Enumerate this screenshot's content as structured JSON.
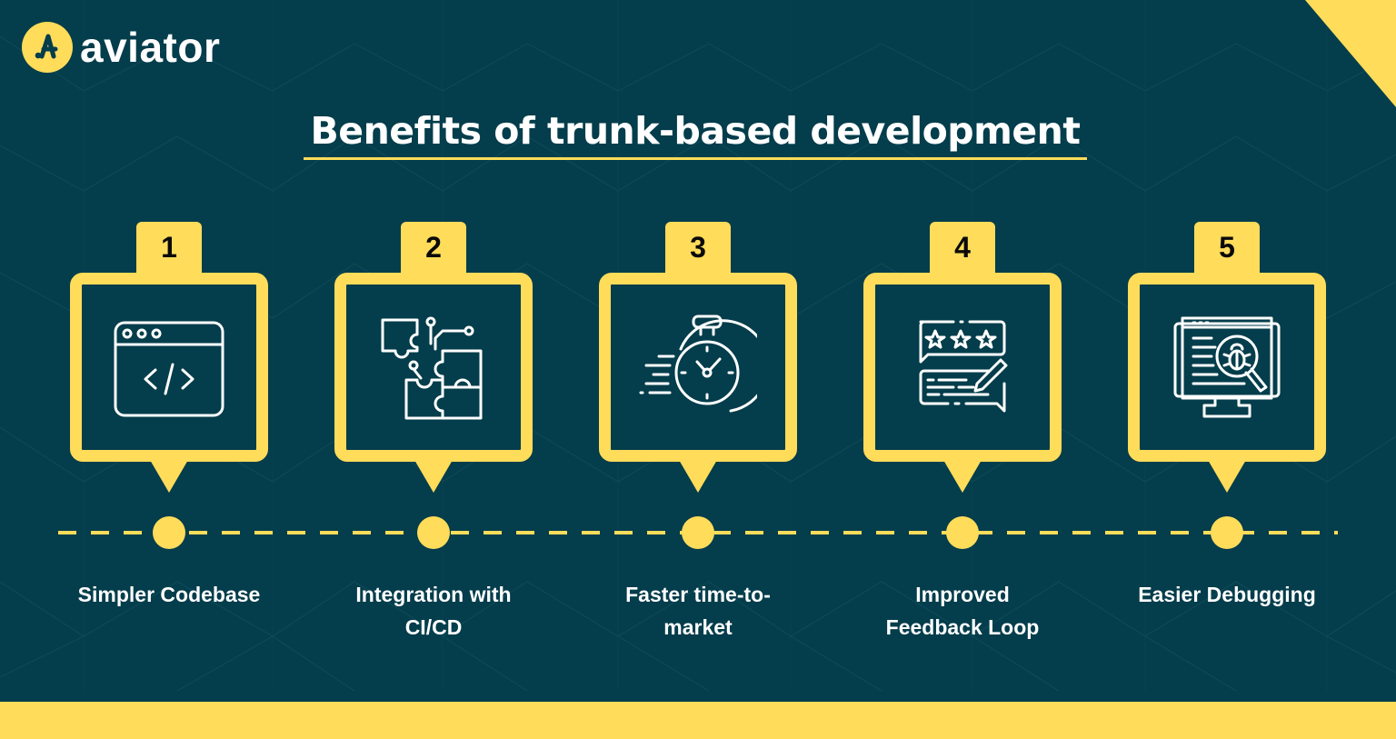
{
  "brand": {
    "name": "aviator",
    "logo_icon": "aviator-a-logo-icon",
    "colors": {
      "background": "#043d4b",
      "accent": "#ffdc5a",
      "text": "#ffffff",
      "number": "#0a0a0a"
    }
  },
  "header": {
    "title": "Benefits of trunk-based development"
  },
  "steps": [
    {
      "number": "1",
      "icon": "code-window-icon",
      "label_line1": "Simpler Codebase",
      "label_line2": ""
    },
    {
      "number": "2",
      "icon": "puzzle-pieces-icon",
      "label_line1": "Integration with",
      "label_line2": "CI/CD"
    },
    {
      "number": "3",
      "icon": "stopwatch-icon",
      "label_line1": "Faster time-to-",
      "label_line2": "market"
    },
    {
      "number": "4",
      "icon": "rating-feedback-icon",
      "label_line1": "Improved",
      "label_line2": "Feedback Loop"
    },
    {
      "number": "5",
      "icon": "bug-search-monitor-icon",
      "label_line1": "Easier Debugging",
      "label_line2": ""
    }
  ]
}
